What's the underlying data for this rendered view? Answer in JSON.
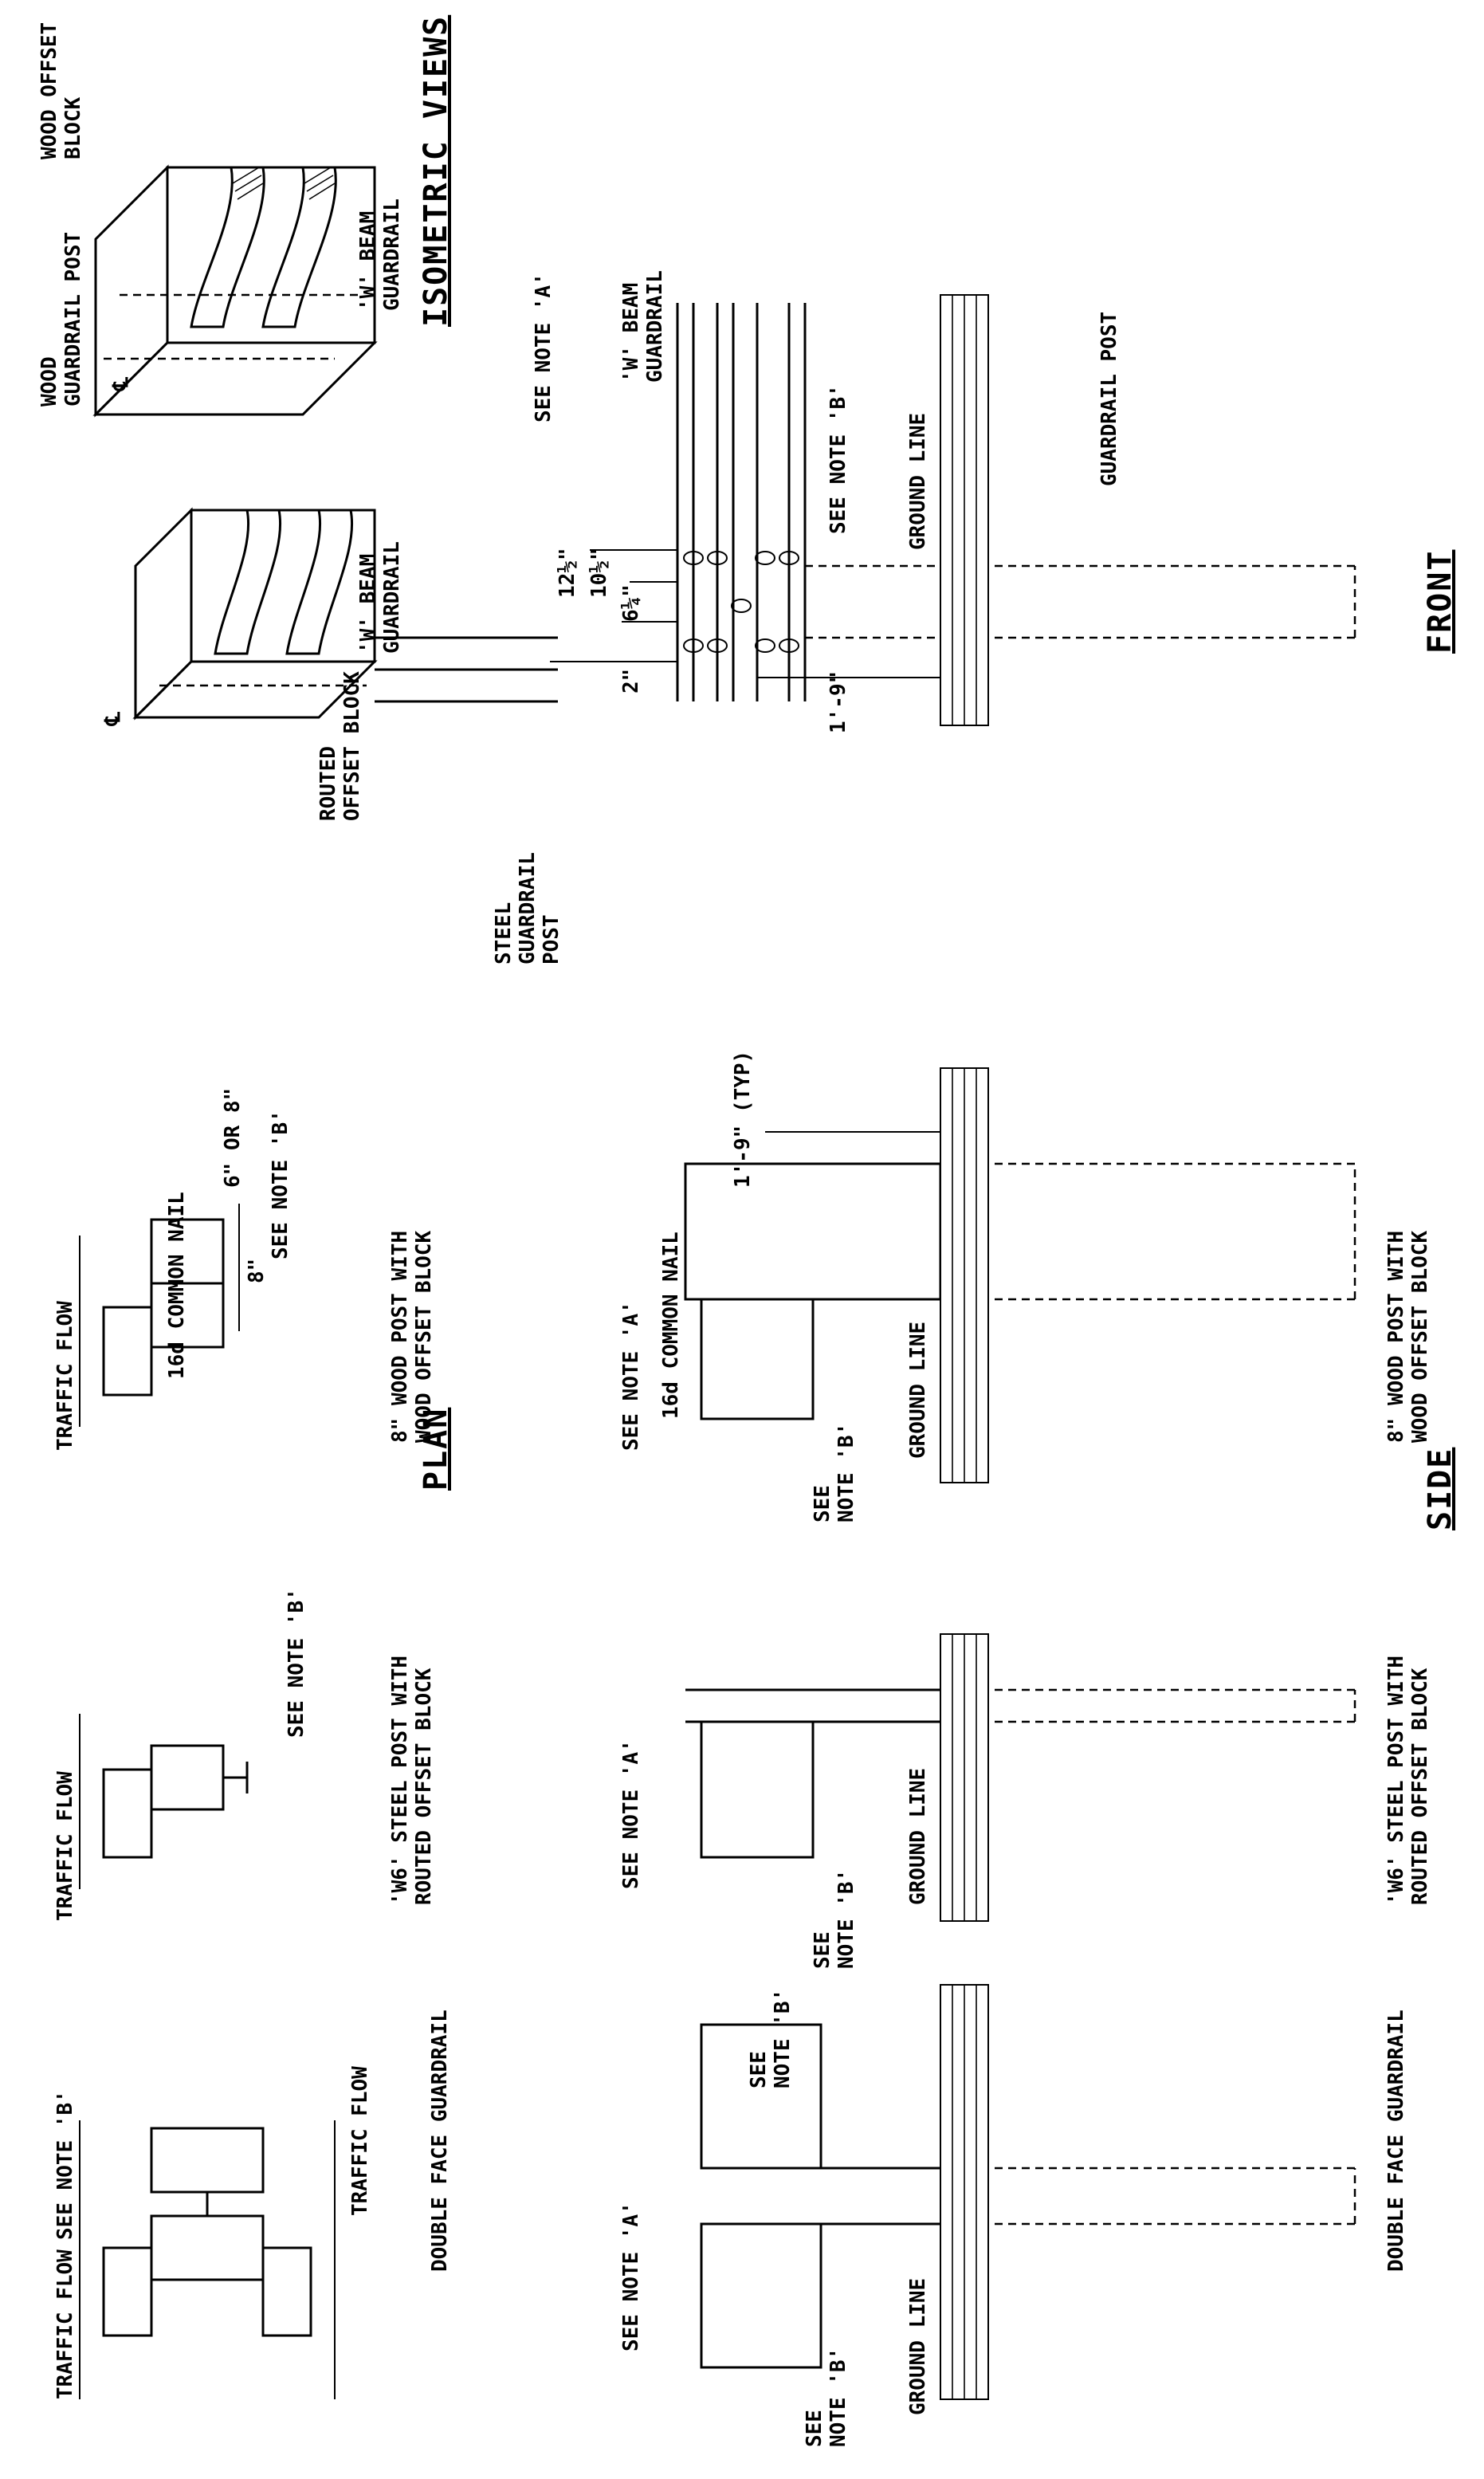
{
  "labels": {
    "wood_guardrail_post": [
      "WOOD",
      "GUARDRAIL POST"
    ],
    "wood_offset_block": [
      "WOOD OFFSET",
      "BLOCK"
    ],
    "w_beam_guardrail": [
      "'W' BEAM",
      "GUARDRAIL"
    ],
    "routed_offset_block": [
      "ROUTED",
      "OFFSET BLOCK"
    ],
    "steel_guardrail_post": [
      "STEEL",
      "GUARDRAIL",
      "POST"
    ],
    "centerline": "℄",
    "traffic_flow": "TRAFFIC FLOW",
    "see_note_a": "SEE NOTE 'A'",
    "see_note_b": "SEE NOTE 'B'",
    "see": "SEE",
    "note_b": "NOTE 'B'",
    "common_nail": "16d COMMON NAIL",
    "ground_line": "GROUND LINE",
    "guardrail_post": "GUARDRAIL POST",
    "double_face_guardrail": "DOUBLE FACE GUARDRAIL",
    "w6_steel_post": [
      "'W6' STEEL POST WITH",
      "ROUTED OFFSET BLOCK"
    ],
    "wood_post": [
      "8\" WOOD POST WITH",
      "WOOD OFFSET BLOCK"
    ]
  },
  "dimensions": {
    "d_8": "8\"",
    "d_6_or_8": "6\" OR 8\"",
    "d_1_9_typ": "1'-9\" (TYP)",
    "d_1_9": "1'-9\"",
    "d_12_5": "12½\"",
    "d_10_5": "10½\"",
    "d_6_25": "6¼\"",
    "d_2": "2\""
  },
  "titles": {
    "isometric": "ISOMETRIC VIEWS",
    "front": "FRONT",
    "plan": "PLAN",
    "side": "SIDE"
  }
}
